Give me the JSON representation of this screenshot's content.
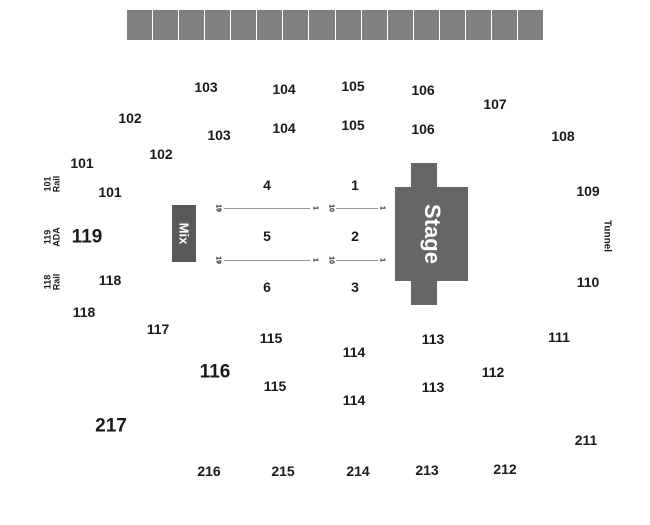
{
  "scoreboard": {
    "cells": 16
  },
  "sections": {
    "s103a": "103",
    "s104a": "104",
    "s105a": "105",
    "s106a": "106",
    "s107": "107",
    "s102a": "102",
    "s103b": "103",
    "s104b": "104",
    "s105b": "105",
    "s106b": "106",
    "s108": "108",
    "s101a": "101",
    "s102b": "102",
    "s101b": "101",
    "s109": "109",
    "s119": "119",
    "s118a": "118",
    "s118b": "118",
    "s110": "110",
    "s117": "117",
    "s115a": "115",
    "s114a": "114",
    "s113a": "113",
    "s111": "111",
    "s116": "116",
    "s115b": "115",
    "s114b": "114",
    "s113b": "113",
    "s112": "112",
    "s217": "217",
    "s211": "211",
    "s216": "216",
    "s215": "215",
    "s214": "214",
    "s213": "213",
    "s212": "212"
  },
  "floor": {
    "f1": "1",
    "f2": "2",
    "f3": "3",
    "f4": "4",
    "f5": "5",
    "f6": "6"
  },
  "row_tags": {
    "r19a": "19",
    "r1a": "1",
    "r10a": "10",
    "r1b": "1",
    "r19b": "19",
    "r1c": "1",
    "r10b": "10",
    "r1d": "1"
  },
  "side_labels": {
    "rail101": {
      "num": "101",
      "word": "Rail"
    },
    "ada119": {
      "num": "119",
      "word": "ADA"
    },
    "rail118": {
      "num": "118",
      "word": "Rail"
    }
  },
  "mix_label": "Mix",
  "stage_label": "Stage",
  "tunnel_label": "Tunnel"
}
